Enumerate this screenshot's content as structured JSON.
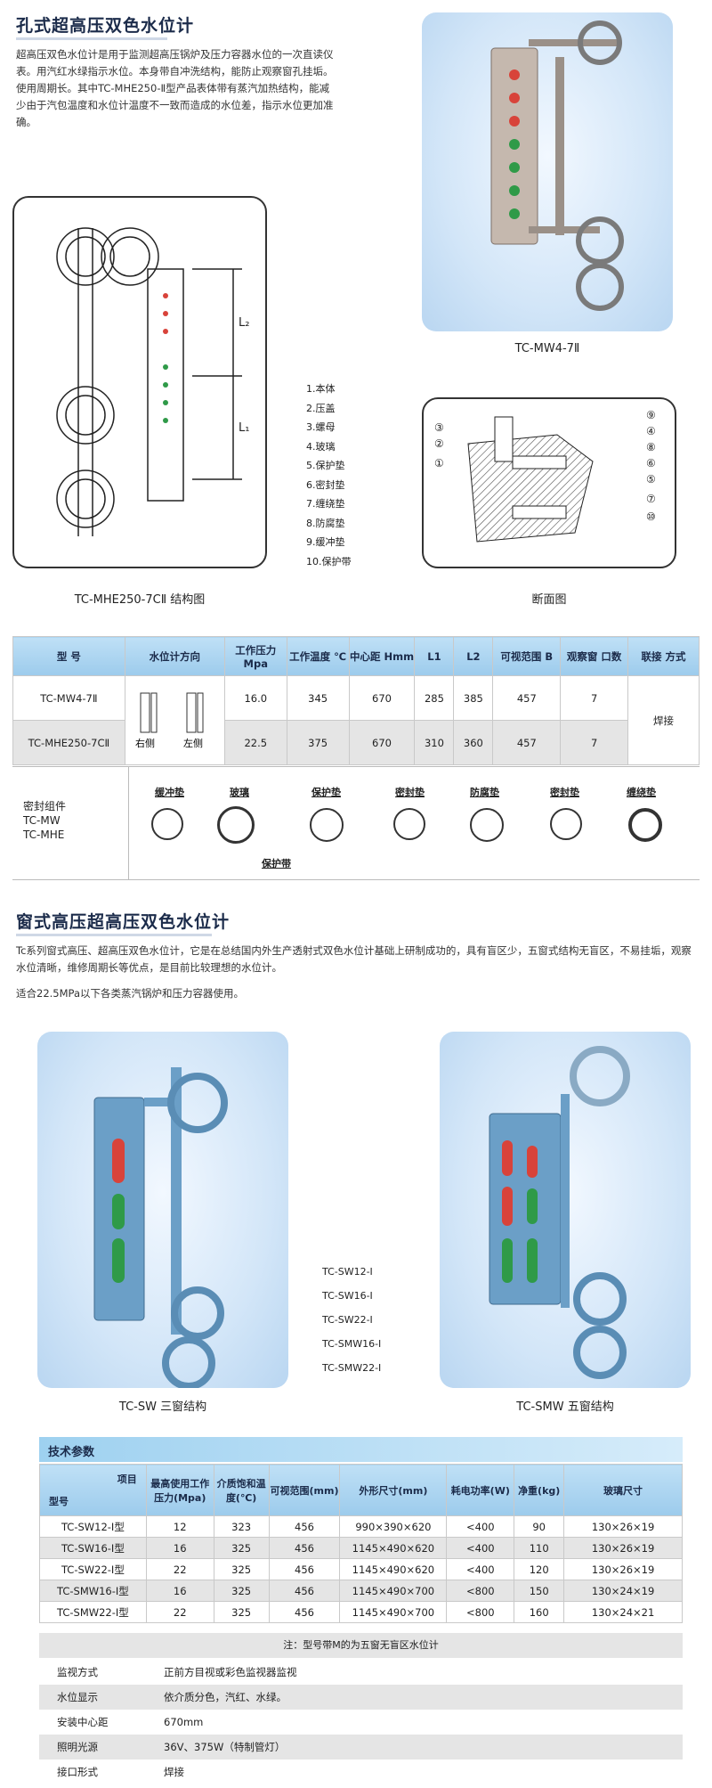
{
  "section1": {
    "title": "孔式超高压双色水位计",
    "paragraph": "超高压双色水位计是用于监测超高压锅炉及压力容器水位的一次直读仪表。用汽红水绿指示水位。本身带自冲洗结构，能防止观察窗孔挂垢。使用周期长。其中TC-MHE250-Ⅱ型产品表体带有蒸汽加热结构，能减少由于汽包温度和水位计温度不一致而造成的水位差，指示水位更加准确。",
    "photo_caption": "TC-MW4-7Ⅱ",
    "structure_caption": "TC-MHE250-7CⅡ 结构图",
    "section_caption": "断面图",
    "dim_l2": "L₂",
    "dim_l1": "L₁",
    "parts": [
      "1.本体",
      "2.压盖",
      "3.螺母",
      "4.玻璃",
      "5.保护垫",
      "6.密封垫",
      "7.缠绕垫",
      "8.防腐垫",
      "9.缓冲垫",
      "10.保护带"
    ],
    "section_markers_left": [
      "③",
      "②",
      "①"
    ],
    "section_markers_right": [
      "⑨",
      "④",
      "⑧",
      "⑥",
      "⑤",
      "⑦",
      "⑩"
    ]
  },
  "spec1": {
    "headers": [
      "型 号",
      "水位计方向",
      "工作压力 Mpa",
      "工作温度 ℃",
      "中心距 Hmm",
      "L1",
      "L2",
      "可视范围 B",
      "观察窗 口数",
      "联接 方式"
    ],
    "rows": [
      {
        "model": "TC-MW4-7Ⅱ",
        "pressure": "16.0",
        "temp": "345",
        "center": "670",
        "l1": "285",
        "l2": "385",
        "view": "457",
        "windows": "7"
      },
      {
        "model": "TC-MHE250-7CⅡ",
        "pressure": "22.5",
        "temp": "375",
        "center": "670",
        "l1": "310",
        "l2": "360",
        "view": "457",
        "windows": "7"
      }
    ],
    "connection": "焊接",
    "dir_right": "右侧",
    "dir_left": "左侧"
  },
  "seal": {
    "label_lines": [
      "密封组件",
      "TC-MW",
      "TC-MHE"
    ],
    "items": [
      "缓冲垫",
      "玻璃",
      "保护垫",
      "密封垫",
      "防腐垫",
      "密封垫",
      "缠绕垫"
    ],
    "band_label": "保护带"
  },
  "section2": {
    "title": "窗式高压超高压双色水位计",
    "paragraph1": "Tc系列窗式高压、超高压双色水位计，它是在总结国内外生产透射式双色水位计基础上研制成功的，具有盲区少，五窗式结构无盲区，不易挂垢，观察水位清晰，维修周期长等优点，是目前比较理想的水位计。",
    "paragraph2": "适合22.5MPa以下各类蒸汽锅炉和压力容器使用。",
    "caption_left": "TC-SW 三窗结构",
    "caption_right": "TC-SMW 五窗结构",
    "models": [
      "TC-SW12-Ⅰ",
      "TC-SW16-Ⅰ",
      "TC-SW22-Ⅰ",
      "TC-SMW16-Ⅰ",
      "TC-SMW22-Ⅰ"
    ]
  },
  "spec2": {
    "section_label": "技术参数",
    "header_item": "项目",
    "header_model": "型号",
    "headers": [
      "最高使用工作压力(Mpa)",
      "介质饱和温度(℃)",
      "可视范围(mm)",
      "外形尺寸(mm)",
      "耗电功率(W)",
      "净重(kg)",
      "玻璃尺寸"
    ],
    "rows": [
      {
        "model": "TC-SW12-Ⅰ型",
        "p": "12",
        "t": "323",
        "v": "456",
        "size": "990×390×620",
        "w": "<400",
        "kg": "90",
        "glass": "130×26×19"
      },
      {
        "model": "TC-SW16-Ⅰ型",
        "p": "16",
        "t": "325",
        "v": "456",
        "size": "1145×490×620",
        "w": "<400",
        "kg": "110",
        "glass": "130×26×19"
      },
      {
        "model": "TC-SW22-Ⅰ型",
        "p": "22",
        "t": "325",
        "v": "456",
        "size": "1145×490×620",
        "w": "<400",
        "kg": "120",
        "glass": "130×26×19"
      },
      {
        "model": "TC-SMW16-Ⅰ型",
        "p": "16",
        "t": "325",
        "v": "456",
        "size": "1145×490×700",
        "w": "<800",
        "kg": "150",
        "glass": "130×24×19"
      },
      {
        "model": "TC-SMW22-Ⅰ型",
        "p": "22",
        "t": "325",
        "v": "456",
        "size": "1145×490×700",
        "w": "<800",
        "kg": "160",
        "glass": "130×24×21"
      }
    ],
    "note": "注：型号带M的为五窗无盲区水位计",
    "kv": [
      {
        "k": "监视方式",
        "v": "正前方目视或彩色监视器监视"
      },
      {
        "k": "水位显示",
        "v": "依介质分色，汽红、水绿。"
      },
      {
        "k": "安装中心距",
        "v": "670mm"
      },
      {
        "k": "照明光源",
        "v": "36V、375W（特制管灯）"
      },
      {
        "k": "接口形式",
        "v": "焊接"
      }
    ]
  },
  "colors": {
    "title": "#1b2b4a",
    "header_blue": "#9ccbec",
    "device_blue": "#6b9fc7",
    "red": "#d8433a",
    "green": "#2f9a48"
  }
}
